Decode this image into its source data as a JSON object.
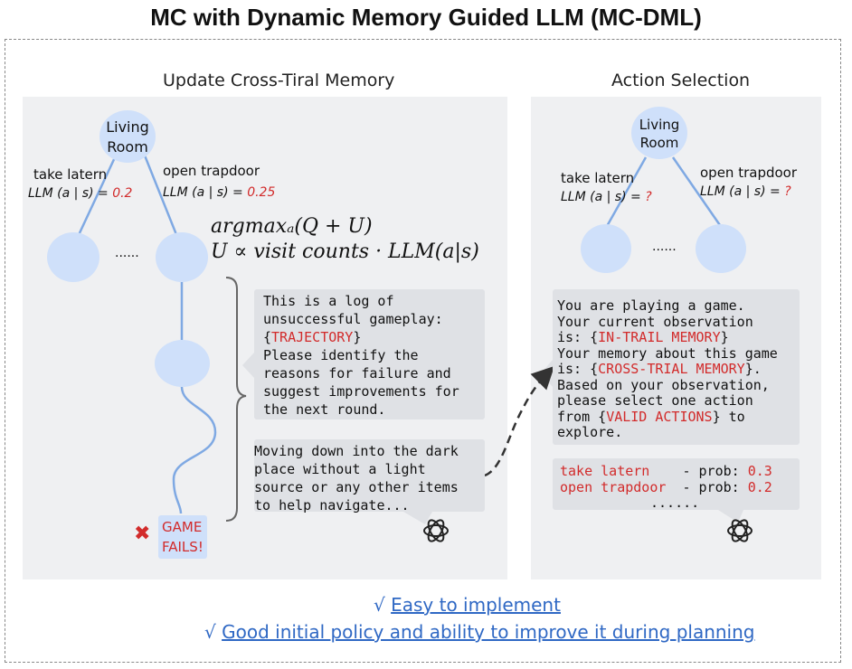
{
  "title": "MC with Dynamic Memory Guided LLM (MC-DML)",
  "left_panel": {
    "title": "Update Cross-Tiral Memory",
    "root_label_line1": "Living",
    "root_label_line2": "Room",
    "edge_left_label": "take latern",
    "edge_left_prob_prefix": "LLM (a | s) = ",
    "edge_left_prob_value": "0.2",
    "edge_right_label": "open trapdoor",
    "edge_right_prob_prefix": "LLM (a | s) = ",
    "edge_right_prob_value": "0.25",
    "ellipsis": "......",
    "formula_line1": "argmaxₐ(Q + U)",
    "formula_line2": "U ∝ visit counts · LLM(a|s)",
    "prompt_bubble": {
      "line1": "This is a log of",
      "line2": "unsuccessful gameplay:",
      "line3_pre": "{",
      "line3_var": "TRAJECTORY",
      "line3_post": "}",
      "line4": "Please identify the",
      "line5": "reasons for failure and",
      "line6": "suggest improvements for",
      "line7": "the next round."
    },
    "response_bubble": {
      "line1": "Moving down into the dark",
      "line2": "place without a light",
      "line3": "source or any other items",
      "line4": "to help navigate..."
    },
    "fail_line1": "GAME",
    "fail_line2": "FAILS!",
    "fail_mark": "✖"
  },
  "right_panel": {
    "title": "Action Selection",
    "root_label_line1": "Living",
    "root_label_line2": "Room",
    "edge_left_label": "take latern",
    "edge_left_prob_prefix": "LLM (a | s) = ",
    "edge_left_prob_value": "?",
    "edge_right_label": "open trapdoor",
    "edge_right_prob_prefix": "LLM (a | s) = ",
    "edge_right_prob_value": "?",
    "ellipsis": "......",
    "prompt_bubble": {
      "line1": "You are playing a game.",
      "line2": "Your current observation",
      "line3_pre": "is: {",
      "line3_var": "IN-TRAIL MEMORY",
      "line3_post": "}",
      "line4": "Your memory about this game",
      "line5_pre": "is: {",
      "line5_var": "CROSS-TRIAL MEMORY",
      "line5_post": "}.",
      "line6": "Based on your observation,",
      "line7": "please select one action",
      "line8_pre": "from {",
      "line8_var": "VALID ACTIONS",
      "line8_post": "} to",
      "line9": "explore."
    },
    "output_bubble": {
      "row1_action": "take latern",
      "row1_mid": "    - prob: ",
      "row1_prob": "0.3",
      "row2_action": "open trapdoor",
      "row2_mid": "  - prob: ",
      "row2_prob": "0.2",
      "row3": "......"
    }
  },
  "footer": {
    "check_mark": "√",
    "item1": "Easy to implement",
    "item2": "Good initial policy and ability to improve it during planning"
  },
  "colors": {
    "node": "#cfe0fa",
    "edge": "#7fa9e3",
    "accent_red": "#d22b2b",
    "link_blue": "#2f68c4",
    "panel_bg": "#eff0f2",
    "bubble_bg": "#dfe1e5"
  }
}
